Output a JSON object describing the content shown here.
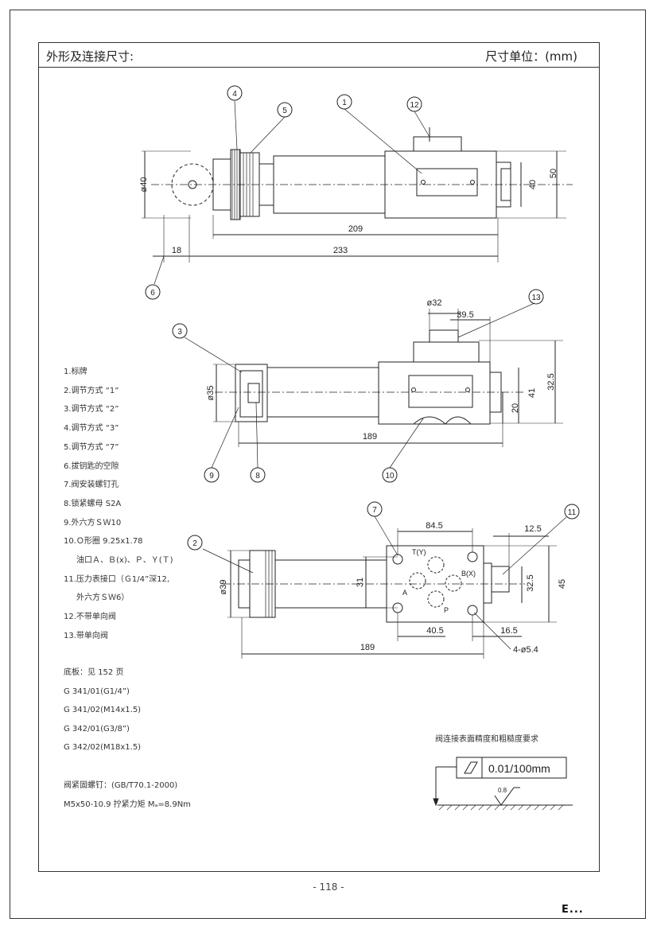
{
  "header": {
    "title": "外形及连接尺寸:",
    "unit": "尺寸单位：(mm)"
  },
  "callouts": [
    "1",
    "2",
    "3",
    "4",
    "5",
    "6",
    "7",
    "8",
    "9",
    "10",
    "11",
    "12",
    "13"
  ],
  "dimensions": {
    "view1": {
      "d40_left": "ø40",
      "d40_right": "40",
      "d50": "50",
      "d209": "209",
      "d18": "18",
      "d233": "233"
    },
    "view2": {
      "d32": "ø32",
      "d39_5": "39.5",
      "d35": "ø35",
      "d41": "41",
      "d32_5": "32.5",
      "d20": "20",
      "d189": "189"
    },
    "view3": {
      "d84_5": "84.5",
      "d12_5": "12.5",
      "d39": "ø39",
      "d31": "31",
      "d32_5": "32.5",
      "d45": "45",
      "d40_5": "40.5",
      "d16_5": "16.5",
      "d189": "189",
      "holes": "4-ø5.4"
    },
    "ports": {
      "t": "T(Y)",
      "b": "B(X)",
      "a": "A",
      "p": "P"
    }
  },
  "legend": [
    "1.标牌",
    "2.调节方式 “1”",
    "3.调节方式 “2”",
    "4.调节方式 “3”",
    "5.调节方式 “7”",
    "6.拔钥匙的空隙",
    "7.阀安装螺钉孔",
    "8.锁紧螺母 S2A",
    "9.外六方ＳＷ10",
    "10.Ｏ形圈 9.25x1.78",
    "油口Ａ、Ｂ(x)、Ｐ、Ｙ(Ｔ)",
    "11.压力表接口（Ｇ1/4”深12,",
    "外六方ＳＷ6）",
    "12.不带单向阀",
    "13.带单向阀"
  ],
  "base_plate": [
    "底板：见 152 页",
    "G 341/01(G1/4”)",
    "G 341/02(M14x1.5)",
    "G 342/01(G3/8”)",
    "G 342/02(M18x1.5)"
  ],
  "bolt": [
    "阀紧固螺钉：(GB/T70.1-2000)",
    "M5x50-10.9  拧紧力矩  Mₐ=8.9Nm"
  ],
  "surface": {
    "note": "阀连接表面精度和粗糙度要求",
    "flatness": "0.01/100mm",
    "roughness": "0.8"
  },
  "page_number": "- 118 -",
  "logo": "E..."
}
